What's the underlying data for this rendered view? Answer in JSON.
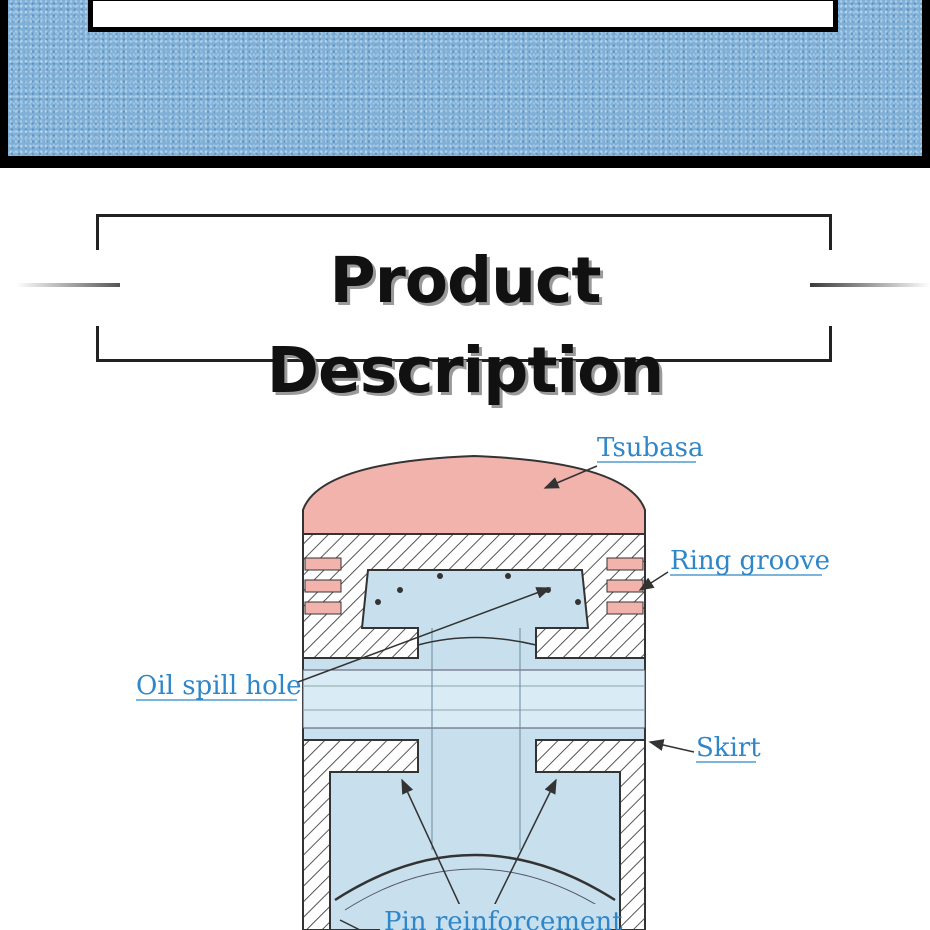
{
  "section": {
    "title": "Product Description"
  },
  "diagram": {
    "labels": {
      "crown": "Tsubasa",
      "ring_groove": "Ring groove",
      "oil_hole": "Oil spill hole",
      "skirt": "Skirt",
      "pin_boss": "Pin reinforcement"
    },
    "colors": {
      "label": "#2f86c8",
      "crown_fill": "#f1b3ab",
      "body_fill": "#c8e0ee",
      "hatch": "#555555",
      "banner": "#7fb0d8"
    }
  }
}
